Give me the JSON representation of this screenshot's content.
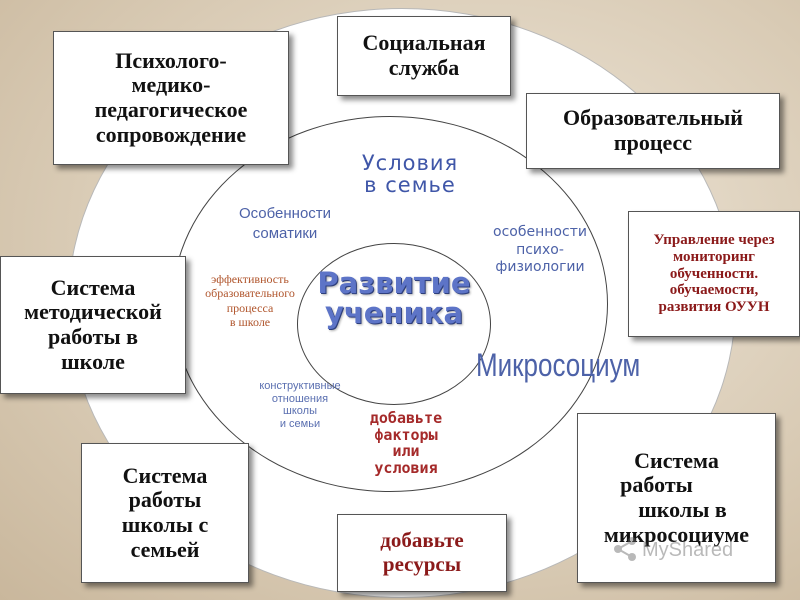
{
  "boxes": {
    "psych": "Психолого-\nмедико-\nпедагогическое\nсопровождение",
    "social": "Социальная\nслужба",
    "edu": "Образовательный\nпроцесс",
    "manage": "Управление через\nмониторинг\nобученности.\nобучаемости,\nразвития ОУУН",
    "method": "Система\nметодической\nработы в\nшколе",
    "family": "Система\nработы\nшколы с\nсемьей",
    "resources": "добавьте\nресурсы",
    "microsoc_lines": [
      "Система",
      "работы",
      "школы в",
      "микросоциуме"
    ]
  },
  "labels": {
    "family_conditions": "Условия\nв семье",
    "somatics": "Особенности\nсоматики",
    "psycho": "особенности\nпсихо-\nфизиологии",
    "efficiency": "эффективность\nобразовательного\nпроцесса\nв школе",
    "development": "Развитие\nученика",
    "microsocium": "Микросоциум",
    "constructive": "конструктивные\nотношения\nшколы\nи семьи",
    "add_factors": "добавьте\nфакторы\nили\nусловия"
  },
  "colors": {
    "blue_label": "#4d62a8",
    "red_label": "#8b1a1a",
    "orange_label": "#b0552c"
  }
}
